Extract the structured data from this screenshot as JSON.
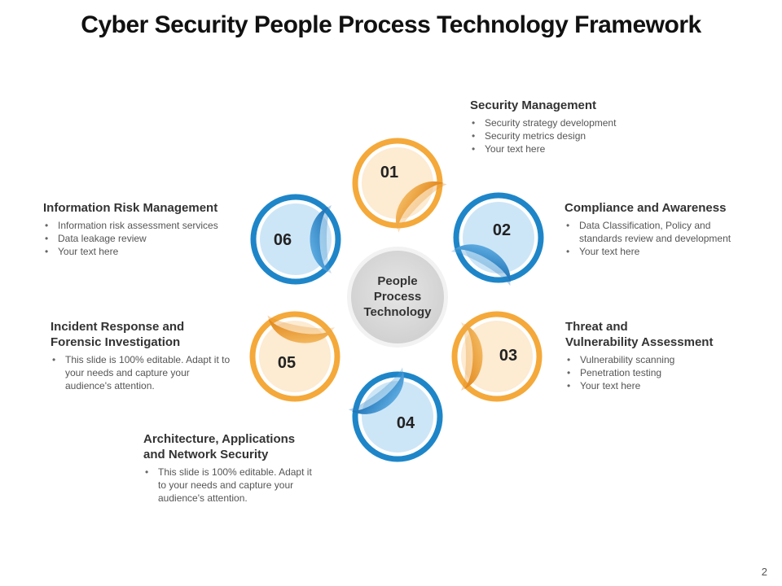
{
  "title": "Cyber Security People Process Technology Framework",
  "center": {
    "lines": [
      "People",
      "Process",
      "Technology"
    ]
  },
  "nodes": [
    {
      "number": "01",
      "theme": "orange",
      "heading": [
        "Security Management"
      ],
      "bullets": [
        "Security strategy development",
        "Security metrics design",
        "Your text here"
      ]
    },
    {
      "number": "02",
      "theme": "blue",
      "heading": [
        "Compliance and Awareness"
      ],
      "bullets": [
        "Data Classification, Policy and standards review  and development",
        "Your text here"
      ]
    },
    {
      "number": "03",
      "theme": "orange",
      "heading": [
        "Threat and",
        "Vulnerability Assessment"
      ],
      "bullets": [
        "Vulnerability scanning",
        "Penetration testing",
        "Your text here"
      ]
    },
    {
      "number": "04",
      "theme": "blue",
      "heading": [
        "Architecture, Applications",
        "and Network Security"
      ],
      "bullets": [
        "This slide is 100% editable. Adapt it to your needs and capture your audience's attention."
      ]
    },
    {
      "number": "05",
      "theme": "orange",
      "heading": [
        "Incident Response and",
        "Forensic Investigation"
      ],
      "bullets": [
        "This slide is 100% editable. Adapt it to your needs and capture your audience's attention."
      ]
    },
    {
      "number": "06",
      "theme": "blue",
      "heading": [
        "Information Risk Management"
      ],
      "bullets": [
        "Information  risk assessment services",
        "Data leakage review",
        "Your text here"
      ]
    }
  ],
  "colors": {
    "orange_ring": "#f4a93a",
    "orange_fill": "#fdebd2",
    "orange_leaf": "#e88f22",
    "blue_ring": "#1e86c8",
    "blue_fill": "#cde6f7",
    "blue_leaf": "#2d8fd2",
    "center_fill": "#d9d9d9"
  },
  "page_number": "2"
}
